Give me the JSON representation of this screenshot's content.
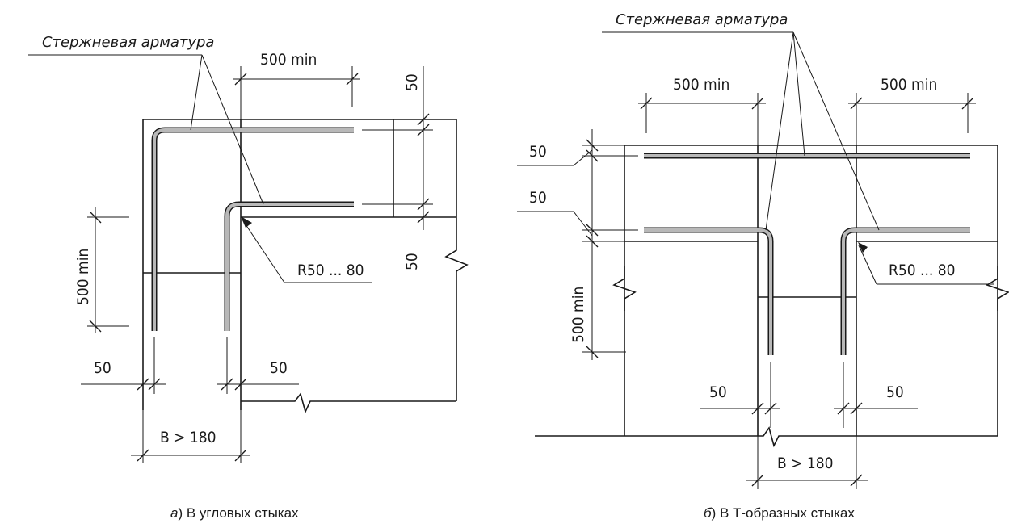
{
  "left": {
    "rebar_label": "Стержневая арматура",
    "dim_500_top": "500 min",
    "dim_50_right_top": "50",
    "dim_50_right_bottom": "50",
    "dim_500_left": "500 min",
    "radius_label": "R50 ... 80",
    "dim_50_bottom_left": "50",
    "dim_50_bottom_right": "50",
    "width_label": "B > 180",
    "caption_letter": "а",
    "caption_text": ") В угловых стыках"
  },
  "right": {
    "rebar_label": "Стержневая арматура",
    "dim_500_top_left": "500 min",
    "dim_500_top_right": "500 min",
    "dim_50_left_top": "50",
    "dim_50_left_middle": "50",
    "dim_500_left": "500 min",
    "radius_label": "R50 ... 80",
    "dim_50_bottom_left": "50",
    "dim_50_bottom_right": "50",
    "width_label": "B > 180",
    "caption_letter": "б",
    "caption_text": ") В Т-образных стыках"
  }
}
